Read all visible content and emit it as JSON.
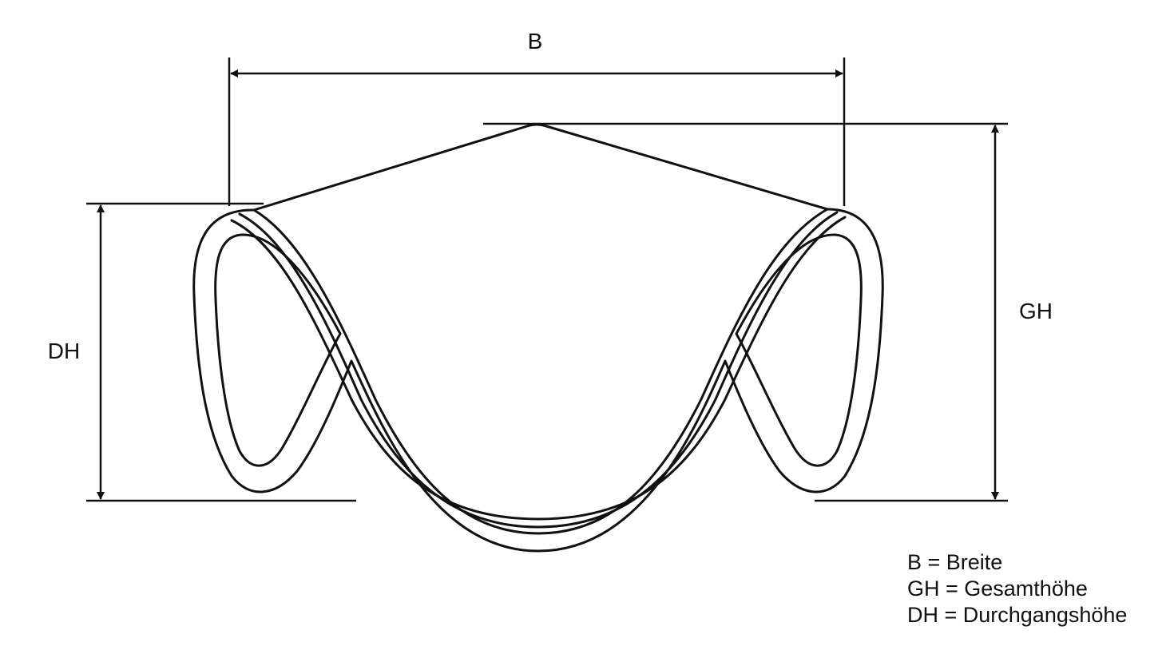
{
  "dimensions": {
    "width_symbol": "B",
    "total_height_symbol": "GH",
    "passage_height_symbol": "DH"
  },
  "legend": [
    "B = Breite",
    "GH = Gesamthöhe",
    "DH = Durchgangshöhe"
  ],
  "colors": {
    "line": "#111111",
    "background": "#ffffff"
  }
}
